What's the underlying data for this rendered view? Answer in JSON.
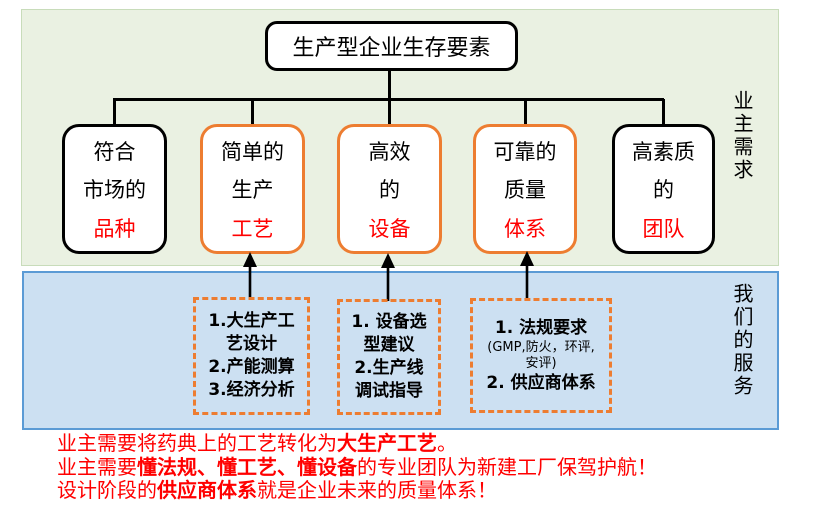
{
  "panels": {
    "needs_label": "业主需求",
    "services_label": "我们的服务"
  },
  "root_box": {
    "label": "生产型企业生存要素"
  },
  "need_boxes": [
    {
      "line1": "符合",
      "line2": "市场的",
      "keyword": "品种",
      "border": "black"
    },
    {
      "line1": "简单的",
      "line2": "生产",
      "keyword": "工艺",
      "border": "orange"
    },
    {
      "line1": "高效",
      "line2": "的",
      "keyword": "设备",
      "border": "orange"
    },
    {
      "line1": "可靠的",
      "line2": "质量",
      "keyword": "体系",
      "border": "orange"
    },
    {
      "line1": "高素质",
      "line2": "的",
      "keyword": "团队",
      "border": "black"
    }
  ],
  "service_boxes": [
    {
      "line1": "1.大生产工",
      "line2": "艺设计",
      "line3": "2.产能测算",
      "line4": "3.经济分析"
    },
    {
      "line1": "1. 设备选",
      "line2": "型建议",
      "line3": "2.生产线",
      "line4": "调试指导"
    },
    {
      "line1": "1. 法规要求",
      "line2": "(GMP,防火，环评,",
      "line3": "安评)",
      "line4": "2. 供应商体系"
    }
  ],
  "footer": {
    "line1": {
      "pre": "业主需要将药典上的工艺转化为",
      "bold": "大生产工艺",
      "post": "。"
    },
    "line2": {
      "pre": "业主需要",
      "bold": "懂法规、懂工艺、懂设备",
      "post": "的专业团队为新建工厂保驾护航！"
    },
    "line3": {
      "pre": "设计阶段的",
      "bold": "供应商体系",
      "post": "就是企业未来的质量体系！"
    }
  },
  "colors": {
    "accent_orange": "#ED7D31",
    "highlight_red": "#FF0000",
    "needs_panel_bg": "#EAF1E2",
    "services_panel_bg": "#CCE0F2",
    "services_panel_border": "#5B9BD5"
  }
}
